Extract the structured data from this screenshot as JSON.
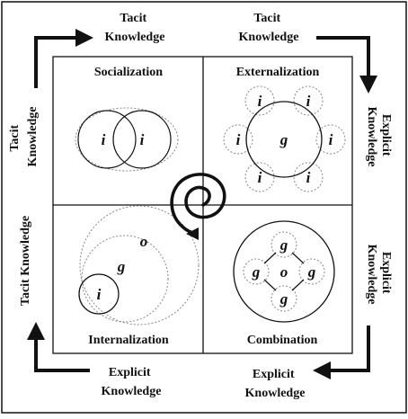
{
  "quadrants": {
    "socialization": "Socialization",
    "externalization": "Externalization",
    "internalization": "Internalization",
    "combination": "Combination"
  },
  "outer_labels": {
    "top_left": [
      "Tacit",
      "Knowledge"
    ],
    "top_right": [
      "Tacit",
      "Knowledge"
    ],
    "right_upper": [
      "Explicit",
      "Knowledge"
    ],
    "right_lower": [
      "Explicit",
      "Knowledge"
    ],
    "bottom_right": [
      "Explicit",
      "Knowledge"
    ],
    "bottom_left": [
      "Explicit",
      "Knowledge"
    ],
    "left_upper": [
      "Tacit",
      "Knowledge"
    ],
    "left_lower": "Tacit Knowledge"
  },
  "symbols": {
    "individual": "i",
    "group": "g",
    "organization": "o"
  },
  "colors": {
    "line": "#111111",
    "dotted": "#888888",
    "background": "#ffffff"
  }
}
